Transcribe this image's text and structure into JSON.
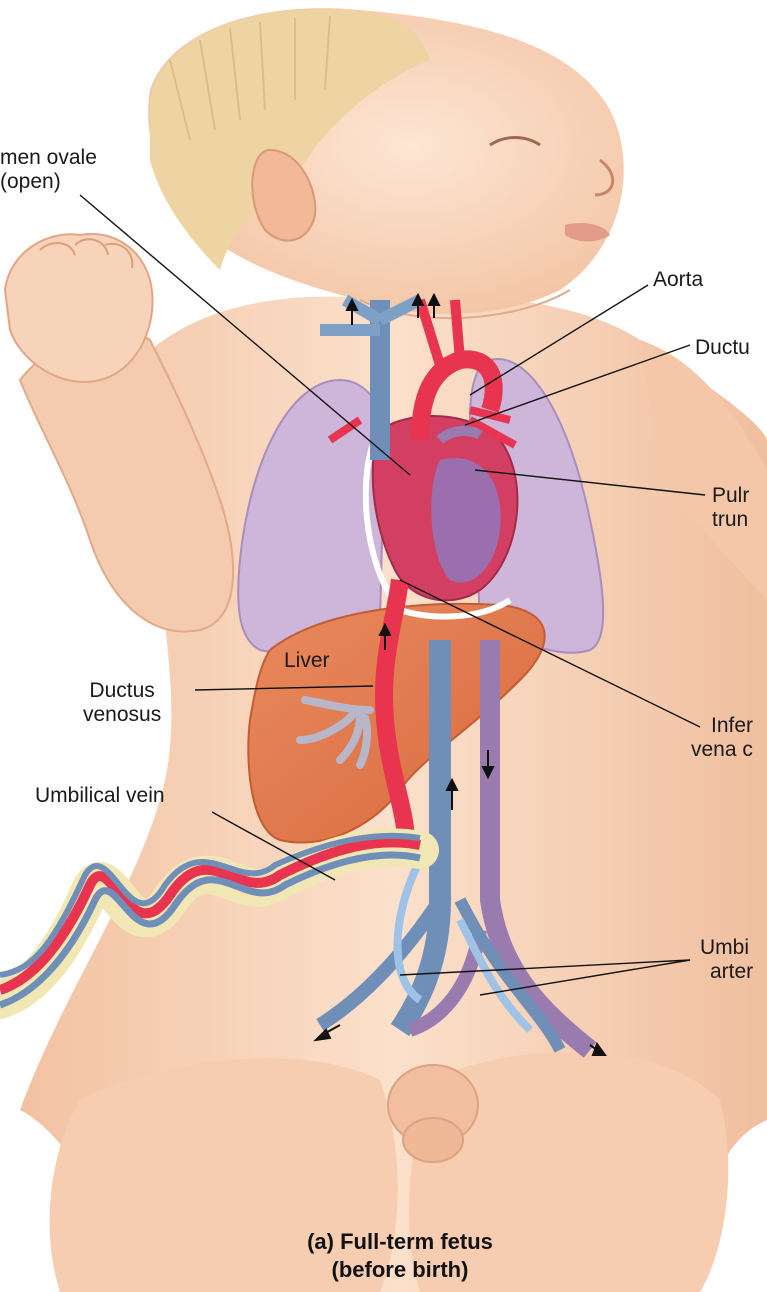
{
  "labels": {
    "foramen_ovale_1": "men ovale",
    "foramen_ovale_2": "(open)",
    "aorta": "Aorta",
    "ductus_arteriosus": "Ductu",
    "pulmonary_trunk_1": "Pulr",
    "pulmonary_trunk_2": "trun",
    "liver": "Liver",
    "ductus_venosus_1": "Ductus",
    "ductus_venosus_2": "venosus",
    "inferior_vena_cava_1": "Infer",
    "inferior_vena_cava_2": "vena c",
    "umbilical_vein": "Umbilical vein",
    "umbilical_arteries_1": "Umbi",
    "umbilical_arteries_2": "arter"
  },
  "caption": {
    "line1": "(a) Full-term fetus",
    "line2": "(before birth)"
  },
  "colors": {
    "skin": "#f7d2b6",
    "skin_shadow": "#eab695",
    "hair": "#efd6a8",
    "lung": "#c9b3d6",
    "liver": "#e07a4e",
    "oxygenated": "#e8344e",
    "deoxygenated": "#6f8fb8",
    "mixed": "#9a7bb0",
    "cord": "#f1e7b5"
  }
}
